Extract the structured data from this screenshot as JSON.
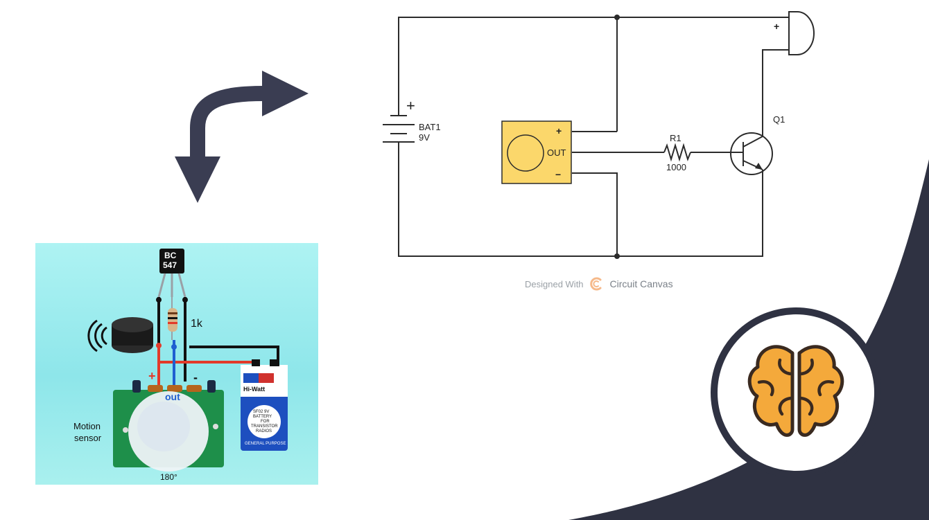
{
  "schematic": {
    "battery": {
      "designator": "BAT1",
      "value": "9V",
      "plus": "+"
    },
    "sensor": {
      "plus": "+",
      "out": "OUT",
      "minus": "−"
    },
    "resistor": {
      "designator": "R1",
      "value": "1000"
    },
    "transistor": {
      "designator": "Q1"
    },
    "buzzer": {
      "plus": "+"
    },
    "credit": {
      "prefix": "Designed With",
      "brand": "Circuit Canvas"
    }
  },
  "photo": {
    "transistor_label_top": "BC",
    "transistor_label_bottom": "547",
    "resistor_label": "1k",
    "plus_label": "+",
    "minus_label": "-",
    "out_label": "out",
    "sensor_label_line1": "Motion",
    "sensor_label_line2": "sensor",
    "angle_label": "180°",
    "battery_brand": "Hi-Watt",
    "battery_line1": "SF02 9V",
    "battery_line2": "BATTERY",
    "battery_line3": "FOR",
    "battery_line4": "TRANSISTOR",
    "battery_line5": "RADIOS",
    "battery_footer": "GENERAL PURPOSE"
  },
  "colors": {
    "wire": "#2b2b2b",
    "sensor_fill": "#fbd76b",
    "dark_panel": "#2f3242",
    "brain_orange": "#f4a93b",
    "arrow": "#3a3d52"
  },
  "icons": [
    "curved-double-arrow-icon",
    "brain-icon",
    "circuit-canvas-logo-icon",
    "sound-waves-icon"
  ]
}
